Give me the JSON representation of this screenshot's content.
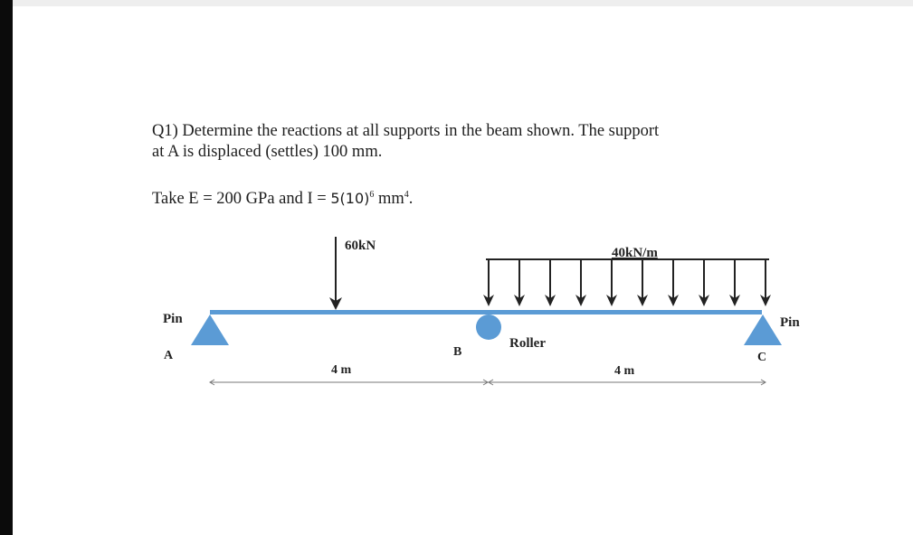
{
  "question": {
    "line1": "Q1) Determine the reactions at all supports in the beam shown. The support",
    "line2": "at A is displaced (settles) 100 mm.",
    "given_prefix": "Take E = 200 GPa and I = ",
    "given_value": "5(10)",
    "given_exp": "6",
    "given_unit": " mm",
    "given_unit_exp": "4",
    "given_end": "."
  },
  "diagram": {
    "point_load_label": "60kN",
    "udl_label": "40kN/m",
    "support_a_type": "Pin",
    "support_a_label": "A",
    "support_b_type": "Roller",
    "support_b_label": "B",
    "support_c_type": "Pin",
    "support_c_label": "C",
    "span_ab_label": "4 m",
    "span_bc_label": "4 m",
    "colors": {
      "beam": "#5b9bd5",
      "support": "#5b9bd5",
      "load": "#222222",
      "dimension": "#777777"
    }
  }
}
